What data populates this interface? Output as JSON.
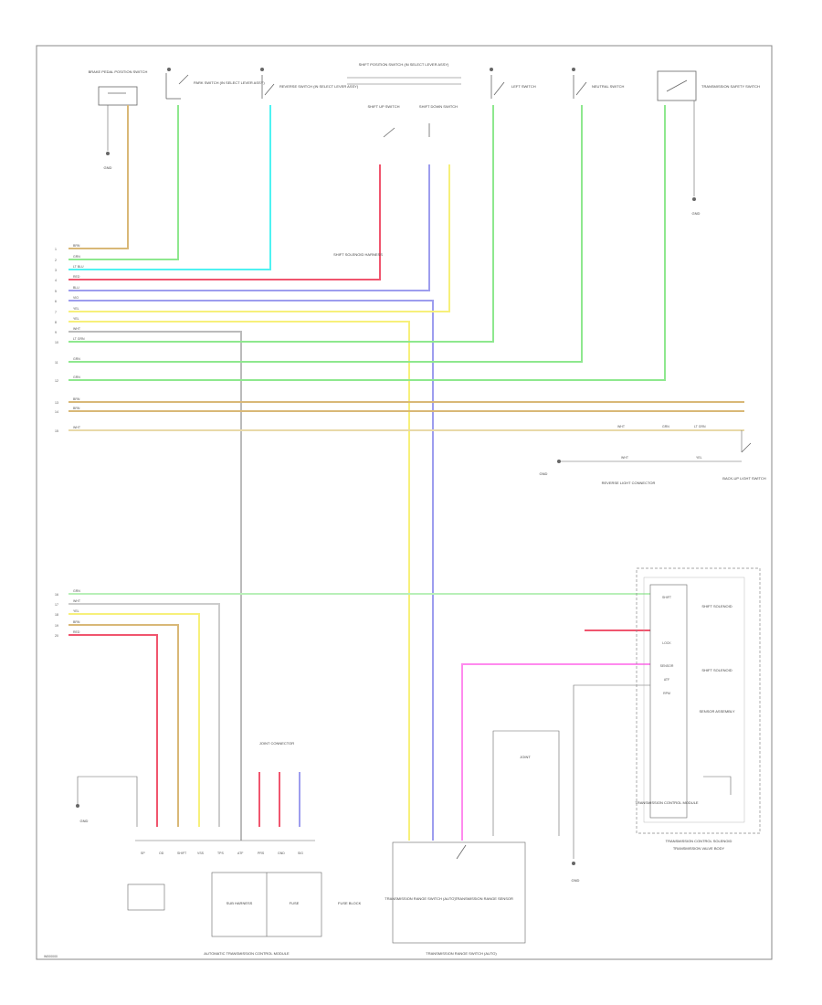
{
  "diagram": {
    "page_code": "W000000",
    "colors": {
      "tan": "#d9b877",
      "green": "#8ee88e",
      "cyan": "#4ff2f2",
      "red": "#f0556e",
      "violet": "#9d9dee",
      "yellow": "#f7f07a",
      "pink": "#ff8aee",
      "line": "#666666",
      "border": "#888888"
    },
    "top_components": {
      "brake_light_sw": "BRAKE PEDAL POSITION SWITCH",
      "park_sw": "PARK SWITCH (IN SELECT LEVER ASSY)",
      "reverse_sw": "REVERSE SWITCH (IN SELECT LEVER ASSY)",
      "shift_sw_group": "SHIFT POSITION SWITCH (IN SELECT LEVER ASSY)",
      "shift_up_sw": "SHIFT UP SWITCH",
      "shift_down_sw": "SHIFT DOWN SWITCH",
      "left_sw": "LEFT SWITCH",
      "neutral_sw": "NEUTRAL SWITCH",
      "safety_sw": "TRANSMISSION SAFETY SWITCH",
      "ground_left": "GND",
      "ground_right": "GND"
    },
    "wire_labels": [
      "BRN",
      "GRN",
      "LT BLU",
      "RED",
      "BLU",
      "VIO",
      "YEL",
      "YEL",
      "WHT",
      "LT GRN",
      "GRN",
      "GRN",
      "BRN",
      "BRN",
      "WHT"
    ],
    "left_pins": [
      "1",
      "2",
      "3",
      "4",
      "5",
      "6",
      "7",
      "8",
      "9",
      "10",
      "11",
      "12",
      "13",
      "14",
      "15"
    ],
    "bottom_left_labels": [
      "GRN",
      "WHT",
      "YEL",
      "BRN",
      "RED"
    ],
    "bottom_left_pins": [
      "16",
      "17",
      "18",
      "19",
      "20"
    ],
    "mid_labels": {
      "sensor_harness": "SHIFT SOLENOID HARNESS",
      "right_ground": "GND",
      "right_connector": "REVERSE LIGHT CONNECTOR",
      "right_sensor": "BACK-UP LIGHT SWITCH",
      "right_wire_tags": [
        "WHT",
        "GRN",
        "LT GRN",
        "WHT",
        "YEL"
      ]
    },
    "tcm": {
      "title": "TRANSMISSION CONTROL MODULE",
      "pin_labels": [
        "SHIFT",
        "LOCK",
        "SENSOR",
        "ATF",
        "RPM"
      ],
      "inner_left": "SHIFT SOLENOID",
      "inner_mid": "SHIFT SOLENOID",
      "inner_right": "SENSOR ASSEMBLY"
    },
    "connector_row_labels": [
      "SP",
      "OD",
      "SHIFT",
      "VSS",
      "TPS",
      "ATF",
      "PRS",
      "GND",
      "SIG"
    ],
    "joint_connector": "JOINT CONNECTOR",
    "bottom_titles": {
      "left": "AUTOMATIC TRANSMISSION CONTROL MODULE",
      "middle": "TRANSMISSION RANGE SWITCH (AUTO)",
      "middle2": "TRANSMISSION RANGE SENSOR",
      "right_box": "TRANSMISSION CONTROL SOLENOID",
      "right_box2": "TRANSMISSION VALVE BODY"
    },
    "small_labels": {
      "ground_bl": "GND",
      "ground_bm": "GND",
      "junction": "JOINT",
      "sub_harness": "SUB HARNESS",
      "fuse": "FUSE",
      "fuse_block": "FUSE BLOCK"
    }
  }
}
